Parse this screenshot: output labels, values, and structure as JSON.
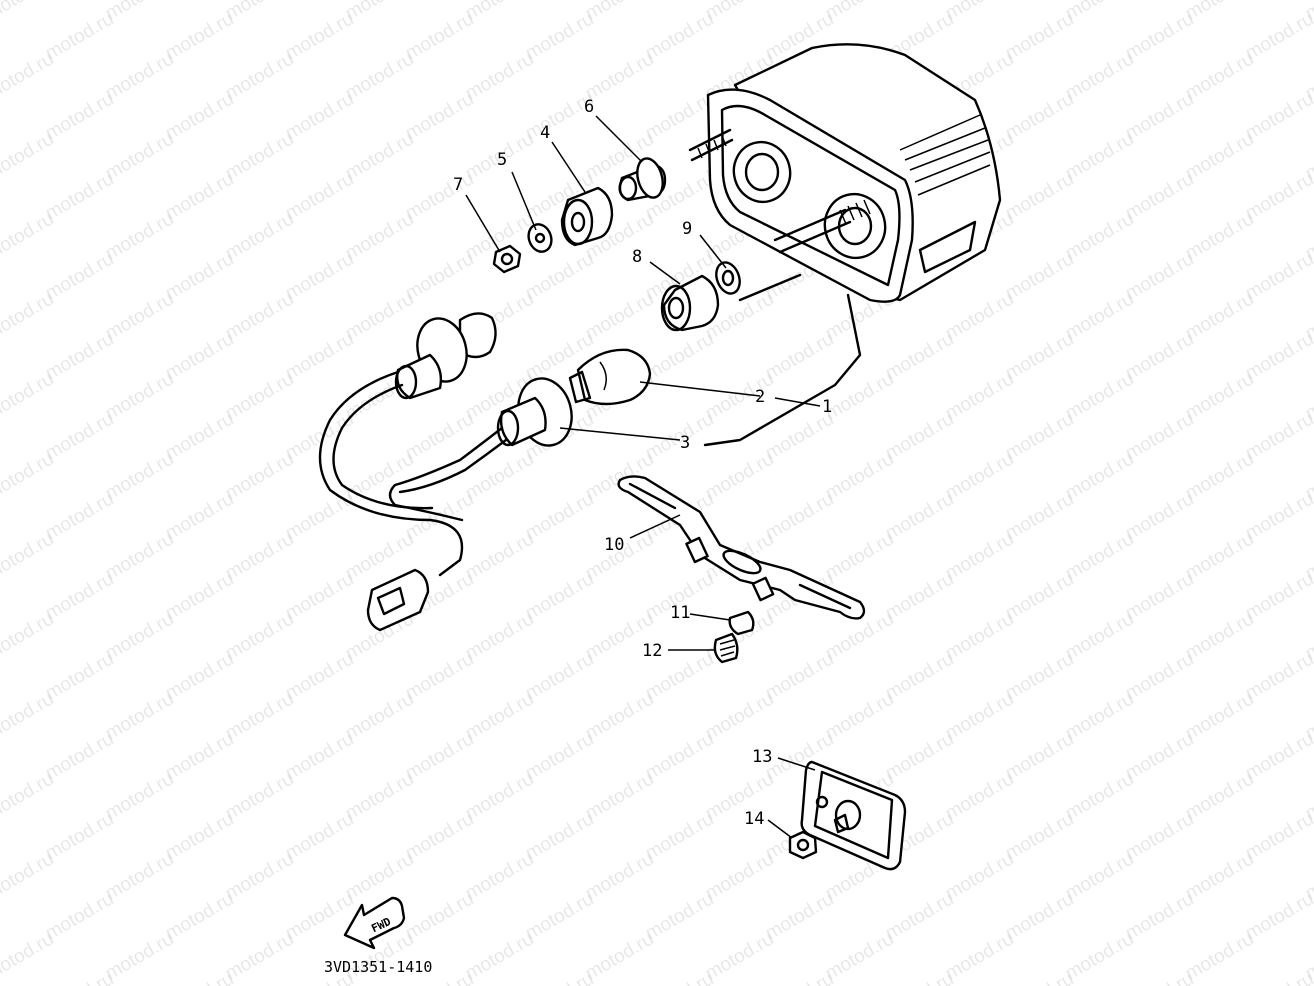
{
  "watermark": "motod.ru",
  "diagram_code": "3VD1351-1410",
  "forward_arrow_label": "FWD",
  "callouts": [
    {
      "id": "c1",
      "label": "1"
    },
    {
      "id": "c2",
      "label": "2"
    },
    {
      "id": "c3",
      "label": "3"
    },
    {
      "id": "c4",
      "label": "4"
    },
    {
      "id": "c5",
      "label": "5"
    },
    {
      "id": "c6",
      "label": "6"
    },
    {
      "id": "c7",
      "label": "7"
    },
    {
      "id": "c8",
      "label": "8"
    },
    {
      "id": "c9",
      "label": "9"
    },
    {
      "id": "c10",
      "label": "10"
    },
    {
      "id": "c11",
      "label": "11"
    },
    {
      "id": "c12",
      "label": "12"
    },
    {
      "id": "c13",
      "label": "13"
    },
    {
      "id": "c14",
      "label": "14"
    }
  ]
}
